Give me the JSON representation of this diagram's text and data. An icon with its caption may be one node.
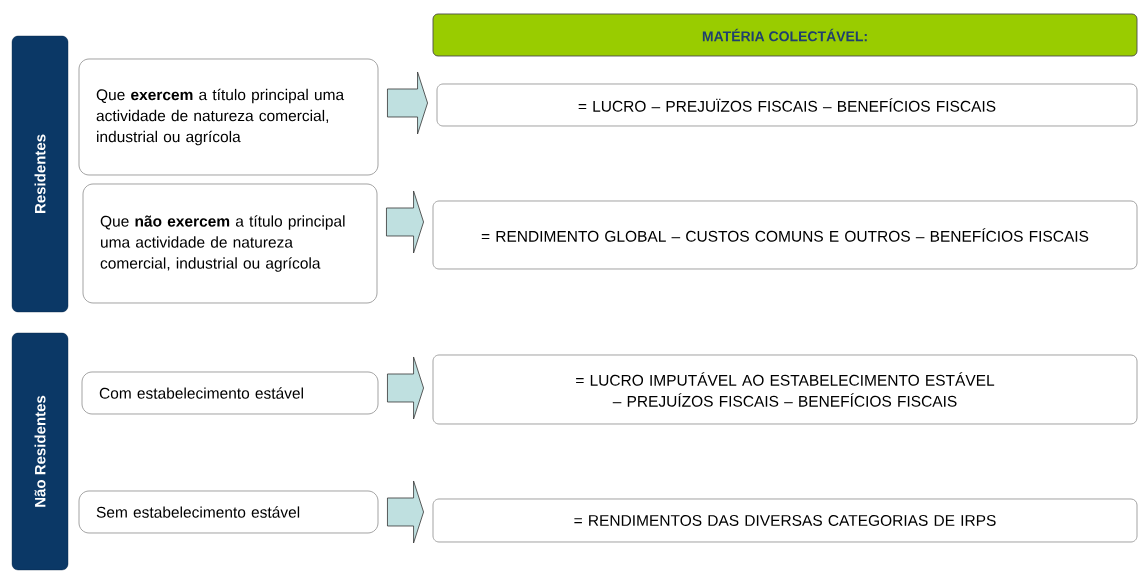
{
  "diagram": {
    "nodes": [
      {
        "text": [
          "Residentes"
        ]
      },
      {
        "text": [
          "Que **exercem** a título principal uma actividade de natureza comercial, industrial ou agrícola"
        ]
      },
      {
        "text": [
          "Que **não exercem** a título principal uma actividade de natureza comercial, industrial ou agrícola"
        ]
      },
      {
        "text": [
          "Não Residentes"
        ]
      },
      {
        "text": [
          "Com estabelecimento estável"
        ]
      },
      {
        "text": [
          "Sem estabelecimento estável"
        ]
      },
      {
        "text": [
          "MATÉRIA COLECTÁVEL:"
        ]
      },
      {
        "text": [
          "= LUCRO – PREJUÏZOS FISCAIS – BENEFÍCIOS FISCAIS"
        ]
      },
      {
        "text": [
          "= RENDIMENTO GLOBAL – CUSTOS COMUNS E OUTROS – BENEFÍCIOS FISCAIS"
        ]
      },
      {
        "text": [
          "= LUCRO IMPUTÁVEL AO ESTABELECIMENTO ESTÁVEL – PREJUÍZOS FISCAIS – BENEFÍCIOS FISCAIS"
        ]
      },
      {
        "text": [
          "= RENDIMENTOS DAS DIVERSAS CATEGORIAS DE IRPS"
        ]
      }
    ],
    "edges": [
      {
        "from": 1,
        "to": 7,
        "arrow": "to"
      },
      {
        "from": 2,
        "to": 8,
        "arrow": "to"
      },
      {
        "from": 4,
        "to": 9,
        "arrow": "to"
      },
      {
        "from": 5,
        "to": 10,
        "arrow": "to"
      }
    ]
  }
}
